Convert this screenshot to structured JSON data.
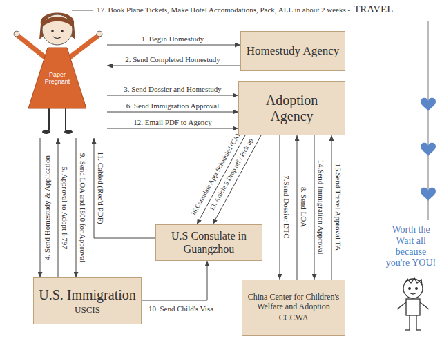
{
  "diagram": {
    "nodes": [
      {
        "text": [
          "Paper Pregnant"
        ]
      },
      {
        "text": [
          "Homestudy Agency"
        ]
      },
      {
        "text": [
          "Adoption Agency"
        ]
      },
      {
        "text": [
          "U.S Consulate in Guangzhou"
        ]
      },
      {
        "text": [
          "U.S. Immigration",
          "USCIS"
        ]
      },
      {
        "text": [
          "China Center for Children's Welfare and Adoption",
          "CCCWA"
        ]
      }
    ],
    "edges": [
      {
        "from": 0,
        "to": 1,
        "label": "1. Begin Homestudy",
        "arrow": "to"
      },
      {
        "from": 1,
        "to": 0,
        "label": "2. Send Completed Homestudy",
        "arrow": "to"
      },
      {
        "from": 0,
        "to": 2,
        "label": "3. Send Dossier and Homestudy",
        "arrow": "to"
      },
      {
        "from": 0,
        "to": 4,
        "label": "4. Send Homestudy & Application",
        "arrow": "to"
      },
      {
        "from": 4,
        "to": 0,
        "label": "5. Approval to Adopt I-797",
        "arrow": "to"
      },
      {
        "from": 0,
        "to": 2,
        "label": "6. Send Immigration Approval",
        "arrow": "to"
      },
      {
        "from": 2,
        "to": 5,
        "label": "7.Send Dossier DTC",
        "arrow": "to"
      },
      {
        "from": 5,
        "to": 2,
        "label": "8. Send LOA",
        "arrow": "to"
      },
      {
        "from": 0,
        "to": 4,
        "label": "9. Send LOA and I800 for Approval",
        "arrow": "to"
      },
      {
        "from": 4,
        "to": 3,
        "label": "10. Send Child's Visa",
        "arrow": "to"
      },
      {
        "from": 3,
        "to": 0,
        "label": "11. Cabled (Rec'd PDF)",
        "arrow": "to"
      },
      {
        "from": 0,
        "to": 2,
        "label": "12. Email PDF to Agency",
        "arrow": "to"
      },
      {
        "from": 2,
        "to": 3,
        "label": "13. Article 5 Drop off / Pick up",
        "arrow": "to"
      },
      {
        "from": 2,
        "to": 5,
        "label": "14.Send Immigration Approval",
        "arrow": "to"
      },
      {
        "from": 5,
        "to": 2,
        "label": "15.Send Travel Approval TA",
        "arrow": "to"
      },
      {
        "from": 2,
        "to": 3,
        "label": "16.Consulate Appt Scheduled (CA)",
        "arrow": "to"
      }
    ],
    "labels": [
      "17. Book Plane Tickets, Make Hotel Accomodations, Pack, ALL in about 2 weeks -",
      "TRAVEL",
      "Worth the Wait all because you're YOU!"
    ]
  }
}
